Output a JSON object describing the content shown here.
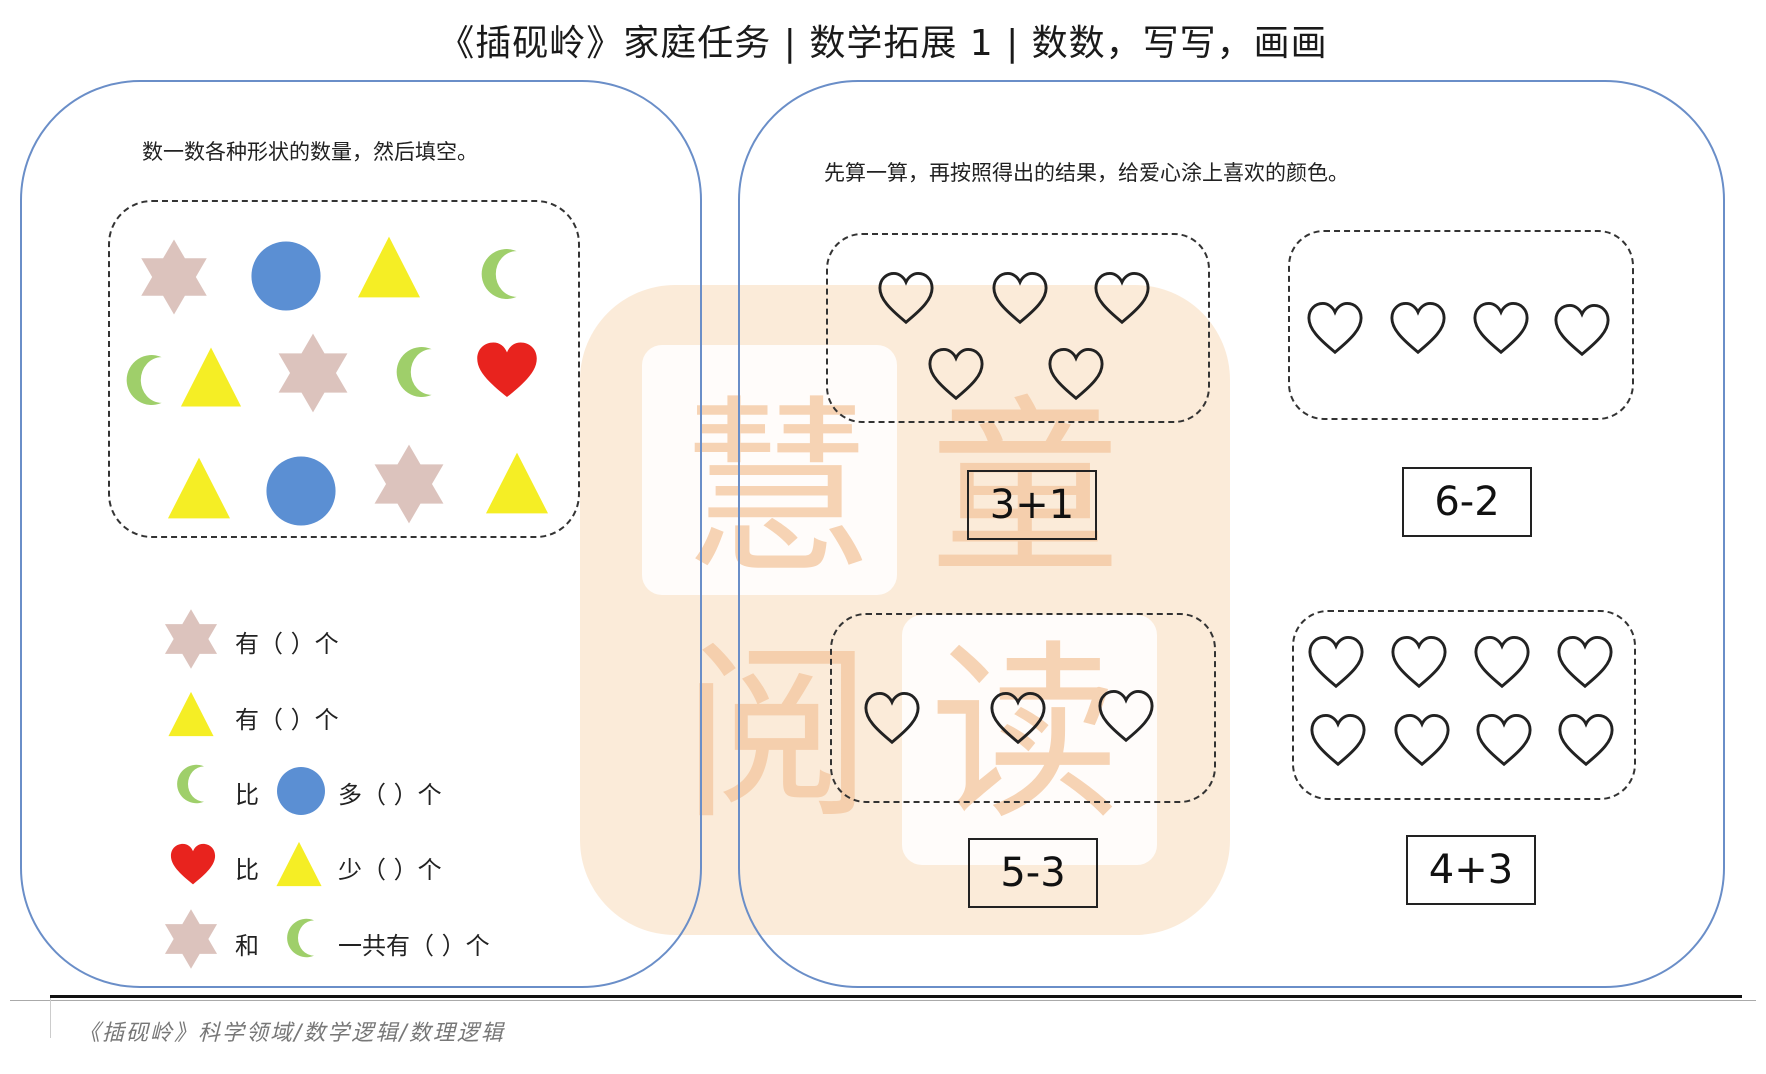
{
  "title": "《插砚岭》家庭任务 | 数学拓展 1 | 数数，写写，画画",
  "left": {
    "instruction": "数一数各种形状的数量，然后填空。",
    "questions": [
      {
        "text_a": "有（    ）个"
      },
      {
        "text_a": "有（    ）个"
      },
      {
        "text_a": "比",
        "text_b": "多（    ）个"
      },
      {
        "text_a": "比",
        "text_b": "少（    ）个"
      },
      {
        "text_a": "和",
        "text_b": "一共有（    ）个"
      }
    ]
  },
  "right": {
    "instruction": "先算一算，再按照得出的结果，给爱心涂上喜欢的颜色。",
    "equations": [
      "3+1",
      "6-2",
      "5-3",
      "4+3"
    ]
  },
  "watermark": {
    "chars": [
      "慧",
      "童",
      "阅",
      "读"
    ]
  },
  "footer": "《插砚岭》科学领域/数学逻辑/数理逻辑",
  "colors": {
    "star": "#dcc3bd",
    "circle": "#5b8fd3",
    "triangle": "#f5ee25",
    "moon": "#9fcf6a",
    "heart": "#e8231e",
    "panel_border": "#6a8ec8"
  }
}
